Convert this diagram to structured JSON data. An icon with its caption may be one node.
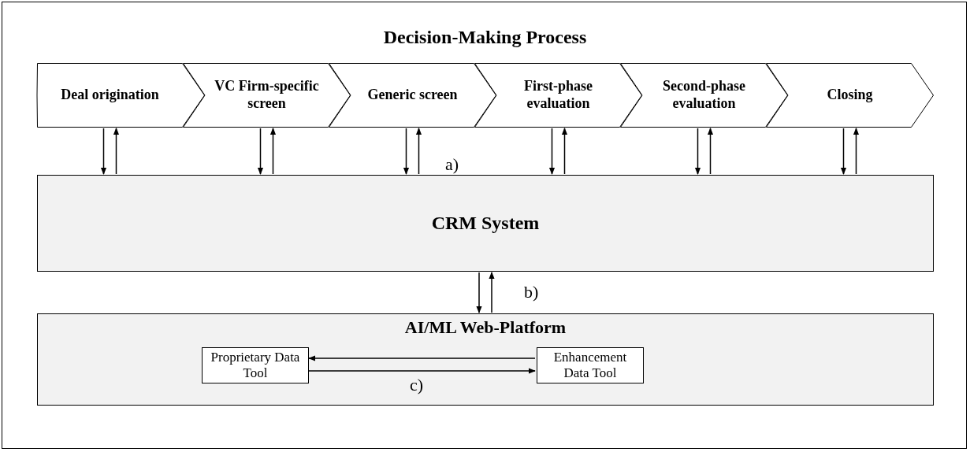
{
  "diagram": {
    "title": "Decision-Making Process",
    "nodes": [
      {
        "text": [
          "Deal origination"
        ]
      },
      {
        "text": [
          "VC Firm-specific screen"
        ]
      },
      {
        "text": [
          "Generic screen"
        ]
      },
      {
        "text": [
          "First-phase evaluation"
        ]
      },
      {
        "text": [
          "Second-phase evaluation"
        ]
      },
      {
        "text": [
          "Closing"
        ]
      },
      {
        "text": [
          "CRM System"
        ]
      },
      {
        "text": [
          "AI/ML Web-Platform"
        ]
      },
      {
        "text": [
          "Proprietary Data Tool"
        ],
        "in": 7
      },
      {
        "text": [
          "Enhancement Data Tool"
        ],
        "in": 7
      }
    ],
    "edges": [
      {
        "from": 0,
        "to": 6,
        "arrow": "to"
      },
      {
        "from": 6,
        "to": 0,
        "arrow": "to"
      },
      {
        "from": 1,
        "to": 6,
        "arrow": "to"
      },
      {
        "from": 6,
        "to": 1,
        "arrow": "to"
      },
      {
        "from": 2,
        "to": 6,
        "arrow": "to"
      },
      {
        "from": 6,
        "to": 2,
        "arrow": "to"
      },
      {
        "from": 3,
        "to": 6,
        "arrow": "to"
      },
      {
        "from": 6,
        "to": 3,
        "arrow": "to"
      },
      {
        "from": 4,
        "to": 6,
        "arrow": "to"
      },
      {
        "from": 6,
        "to": 4,
        "arrow": "to"
      },
      {
        "from": 5,
        "to": 6,
        "arrow": "to"
      },
      {
        "from": 6,
        "to": 5,
        "arrow": "to"
      },
      {
        "from": 6,
        "to": 7,
        "arrow": "to"
      },
      {
        "from": 7,
        "to": 6,
        "arrow": "to"
      },
      {
        "from": 9,
        "to": 8,
        "arrow": "to"
      },
      {
        "from": 8,
        "to": 9,
        "arrow": "to"
      }
    ],
    "labels": [
      "a)",
      "b)",
      "c)"
    ]
  }
}
